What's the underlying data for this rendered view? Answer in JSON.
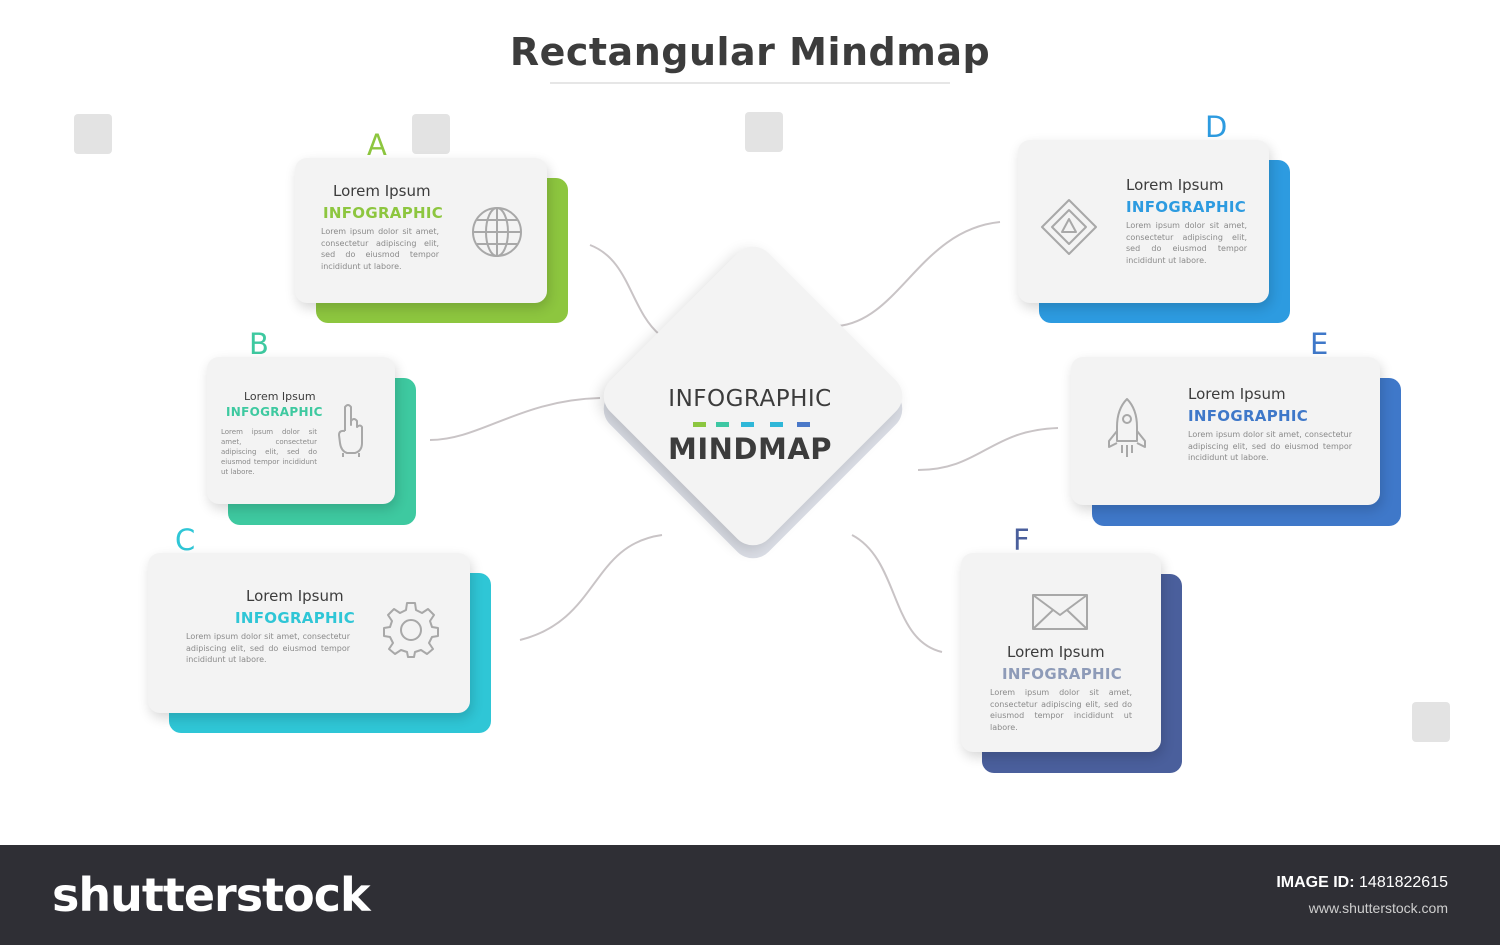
{
  "title": "Rectangular Mindmap",
  "center": {
    "line1": "INFOGRAPHIC",
    "line2": "MINDMAP",
    "dash_colors": [
      "#8cc63f",
      "#3ec7a3",
      "#2fb7d8",
      "#4a78c8"
    ]
  },
  "nodes": [
    {
      "letter": "A",
      "heading": "Lorem Ipsum",
      "sub": "INFOGRAPHIC",
      "body": "Lorem ipsum dolor sit amet, consectetur adipiscing elit, sed do eiusmod tempor incididunt ut labore.",
      "color": "#8dc63f",
      "icon": "globe-icon"
    },
    {
      "letter": "B",
      "heading": "Lorem Ipsum",
      "sub": "INFOGRAPHIC",
      "body": "Lorem ipsum dolor sit amet, consectetur adipiscing elit, sed do eiusmod tempor incididunt ut labore.",
      "color": "#3ec9a0",
      "icon": "hand-pointer-icon"
    },
    {
      "letter": "C",
      "heading": "Lorem Ipsum",
      "sub": "INFOGRAPHIC",
      "body": "Lorem ipsum dolor sit amet, consectetur adipiscing elit, sed do eiusmod tempor incididunt ut labore.",
      "color": "#2fc6d6",
      "icon": "gear-icon"
    },
    {
      "letter": "D",
      "heading": "Lorem Ipsum",
      "sub": "INFOGRAPHIC",
      "body": "Lorem ipsum dolor sit amet, consectetur adipiscing elit, sed do eiusmod tempor incididunt ut labore.",
      "color": "#2d9be0",
      "icon": "diamond-warning-icon"
    },
    {
      "letter": "E",
      "heading": "Lorem Ipsum",
      "sub": "INFOGRAPHIC",
      "body": "Lorem ipsum dolor sit amet, consectetur adipiscing elit, sed do eiusmod tempor incididunt ut labore.",
      "color": "#3f78c9",
      "icon": "rocket-icon"
    },
    {
      "letter": "F",
      "heading": "Lorem Ipsum",
      "sub": "INFOGRAPHIC",
      "body": "Lorem ipsum dolor sit amet, consectetur adipiscing elit, sed do eiusmod tempor incididunt ut labore.",
      "color": "#4a5f9c",
      "icon": "envelope-icon"
    }
  ],
  "footer": {
    "logo": "shutterstock",
    "image_id_label": "IMAGE ID:",
    "image_id": "1481822615",
    "url": "www.shutterstock.com"
  }
}
